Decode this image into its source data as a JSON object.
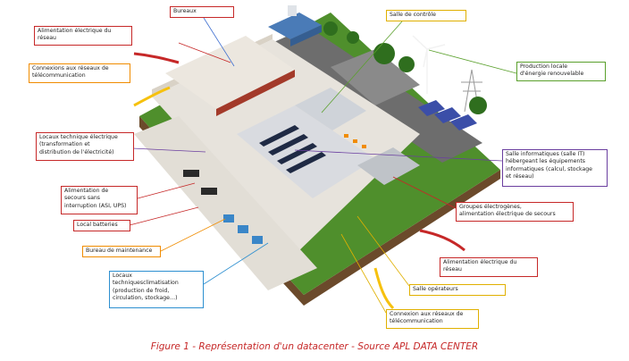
{
  "labels": {
    "bureaux": "Bureaux",
    "salle_controle": "Salle de contrôle",
    "alimentation_reseau_top": "Alimentation électrique du\nréseau",
    "connexions_telecom_left": "Connexions aux réseaux de\ntélécommunication",
    "production_locale": "Production locale\nd'énergie renouvelable",
    "locaux_technique_electrique": "Locaux technique électrique\n(transformation et\ndistribution de l'électricité)",
    "salle_informatique": "Salle informatiques (salle IT)\nhébergeant les équipements\ninformatiques (calcul, stockage\net réseau)",
    "alimentation_secours": "Alimentation de\nsecours sans\ninterruption (ASI, UPS)",
    "groupes_electrogenes": "Groupes électrogènes,\nalimentation électrique de secours",
    "local_batteries": "Local batteries",
    "bureau_maintenance": "Bureau de maintenance",
    "alimentation_reseau_bottom": "Alimentation électrique du\nréseau",
    "locaux_climatisation": "Locaux\ntechniquesclimatisation\n(production de froid,\ncirculation, stockage…)",
    "salle_operateurs": "Salle opérateurs",
    "connexion_telecom_bottom": "Connexion aux réseaux de\ntélécommunication"
  },
  "caption": "Figure 1 - Représentation d'un datacenter - Source APL DATA CENTER",
  "colors": {
    "caption": "#c62828",
    "label_border_red": "#c62828",
    "label_border_yellow": "#e0b000",
    "label_border_green": "#5aa02c",
    "label_border_orange": "#f08c00",
    "label_border_blue": "#2d8fd0",
    "grass": "#4f8f2c",
    "road": "#6d6d6d"
  }
}
